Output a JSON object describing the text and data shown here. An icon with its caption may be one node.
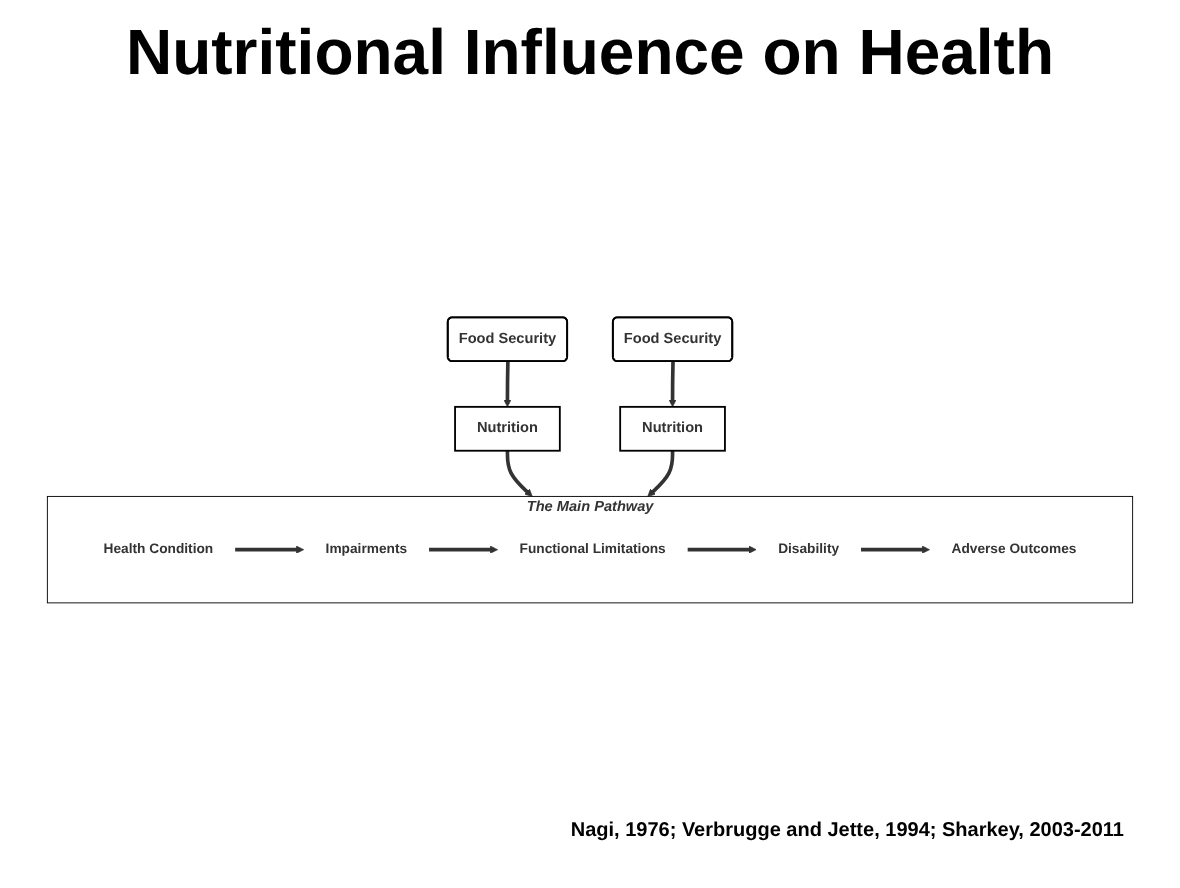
{
  "diagram": {
    "title": "Nutritional Influence on Health",
    "nodes": [
      {
        "text": [
          "Nutrition"
        ]
      },
      {
        "text": [
          "Food Security"
        ]
      },
      {
        "text": [
          "The Main Pathway"
        ]
      },
      {
        "text": [
          "Health Condition"
        ],
        "in": 2
      },
      {
        "text": [
          "Impairments"
        ],
        "in": 2
      },
      {
        "text": [
          "Functional Limitations"
        ],
        "in": 2
      },
      {
        "text": [
          "Disability"
        ],
        "in": 2
      },
      {
        "text": [
          "Adverse Outcomes"
        ],
        "in": 2
      },
      {
        "text": [
          "Nutrition"
        ]
      },
      {
        "text": [
          "Food Security"
        ]
      }
    ],
    "edges": [
      {
        "from": 1,
        "to": 0,
        "arrow": "to"
      },
      {
        "from": 0,
        "to": 2,
        "arrow": "to"
      },
      {
        "from": 3,
        "to": 4,
        "arrow": "to"
      },
      {
        "from": 4,
        "to": 5,
        "arrow": "to"
      },
      {
        "from": 5,
        "to": 6,
        "arrow": "to"
      },
      {
        "from": 6,
        "to": 7,
        "arrow": "to"
      },
      {
        "from": 8,
        "to": 2,
        "arrow": "to"
      },
      {
        "from": 9,
        "to": 8,
        "arrow": "to"
      }
    ],
    "labels": [
      "Nagi, 1976; Verbrugge and Jette, 1994; Sharkey, 2003-2011"
    ]
  }
}
